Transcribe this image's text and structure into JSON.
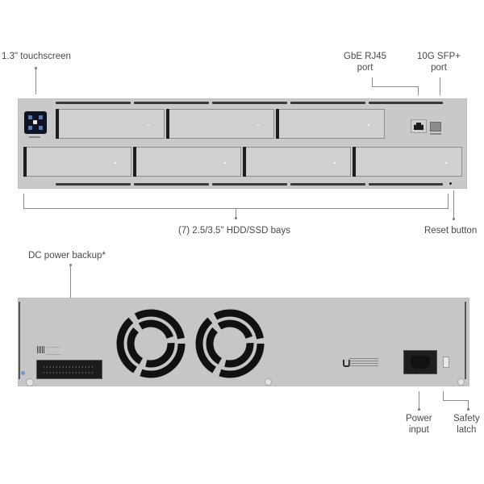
{
  "front": {
    "labels": {
      "touchscreen": "1.3\" touchscreen",
      "rj45": [
        "GbE RJ45",
        "port"
      ],
      "sfp": [
        "10G SFP+",
        "port"
      ],
      "bays": "(7) 2.5/3.5\" HDD/SSD bays",
      "reset": "Reset button"
    },
    "bay_count": 7
  },
  "rear": {
    "labels": {
      "dc_power": "DC power backup*",
      "power_input": [
        "Power",
        "input"
      ],
      "safety_latch": [
        "Safety",
        "latch"
      ]
    },
    "fan_count": 2
  },
  "colors": {
    "chassis": "#c9c9c9",
    "bay": "#d0d0d0",
    "dark": "#1e1e1e",
    "label": "#4a4a4a"
  }
}
